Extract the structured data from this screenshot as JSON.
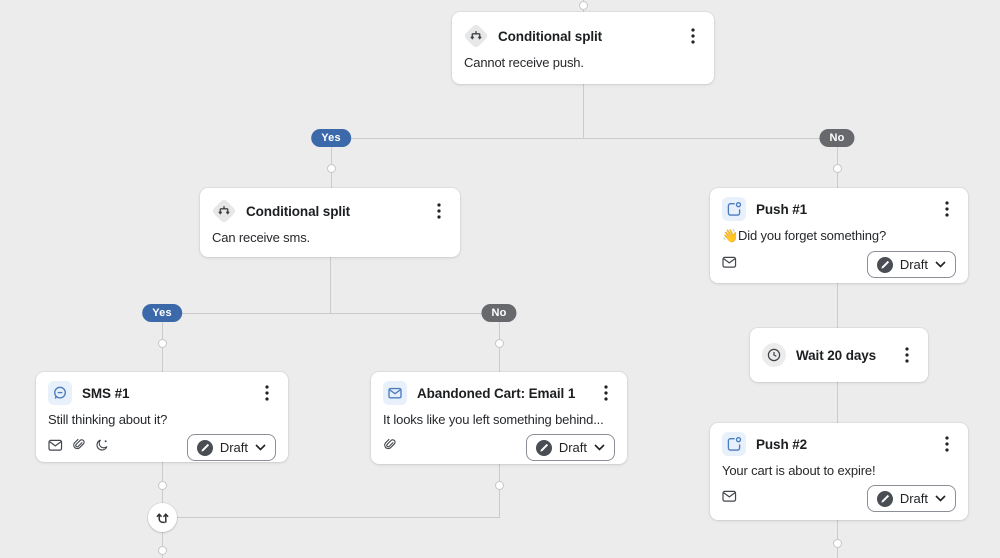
{
  "flow": {
    "split1": {
      "title": "Conditional split",
      "body": "Cannot receive push.",
      "yes_label": "Yes",
      "no_label": "No"
    },
    "split2": {
      "title": "Conditional split",
      "body": "Can receive sms.",
      "yes_label": "Yes",
      "no_label": "No"
    },
    "sms1": {
      "title": "SMS #1",
      "body": "Still thinking about it?",
      "status": "Draft"
    },
    "email1": {
      "title": "Abandoned Cart: Email 1",
      "body": "It looks like you left something behind...",
      "status": "Draft"
    },
    "push1": {
      "title": "Push #1",
      "body": "👋Did you forget something?",
      "status": "Draft"
    },
    "wait1": {
      "title": "Wait 20 days"
    },
    "push2": {
      "title": "Push #2",
      "body": "Your cart is about to expire!",
      "status": "Draft"
    }
  },
  "icons": {
    "split1": "conditional-split-icon",
    "split2": "conditional-split-icon",
    "sms1": "chat-bubble-icon",
    "email1": "envelope-icon",
    "push1": "push-notification-icon",
    "push2": "push-notification-icon",
    "wait1": "clock-icon",
    "merge": "merge-paths-icon",
    "footer": [
      "envelope-icon",
      "paperclip-icon",
      "moon-icon"
    ],
    "draft_status": "pencil-circle-icon"
  },
  "colors": {
    "background": "#ececec",
    "connector_line": "#cbcbcb",
    "yes_badge": "#3b69aa",
    "no_badge": "#67696d",
    "channel_icon_blue": "#4a7cc0",
    "channel_icon_bg": "#e8f1fb",
    "draft_icon_fill": "#4a4e54"
  }
}
